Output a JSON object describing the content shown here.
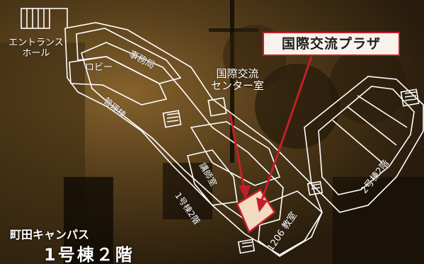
{
  "labels": {
    "entrance": "エントランス\nホール",
    "office": "事務局",
    "lobby": "ロビー",
    "admin_building": "管理棟",
    "center_room": "国際交流\nセンター室",
    "building2": "2号棟2階",
    "building1": "1号棟2階",
    "faculty_room": "講師室",
    "classroom": "1206 教室"
  },
  "callout": {
    "plaza": "国際交流プラザ"
  },
  "footer": {
    "campus": "町田キャンパス",
    "floor": "1号棟２階"
  },
  "colors": {
    "accent_red": "#c41e2a",
    "highlight_fill": "#f3d9c0",
    "outline": "#ffffff",
    "background": "#2a1d0c"
  }
}
